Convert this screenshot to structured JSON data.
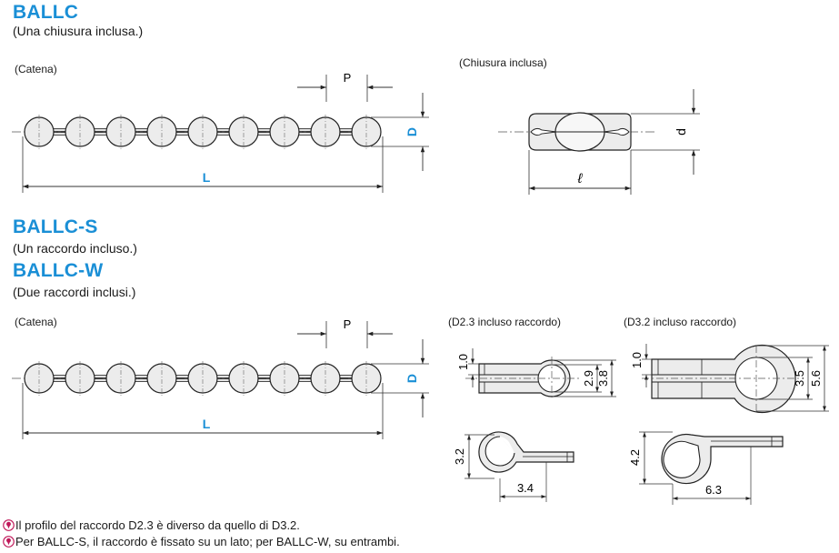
{
  "sections": {
    "ballc": {
      "title": "BALLC",
      "subtitle": "(Una chiusura inclusa.)",
      "chain_caption": "(Catena)",
      "closure_caption": "(Chiusura inclusa)"
    },
    "ballc_sw": {
      "title_s": "BALLC-S",
      "subtitle_s": "(Un raccordo incluso.)",
      "title_w": "BALLC-W",
      "subtitle_w": "(Due raccordi inclusi.)",
      "chain_caption": "(Catena)",
      "fitting_d23_caption": "(D2.3 incluso raccordo)",
      "fitting_d32_caption": "(D3.2 incluso raccordo)"
    }
  },
  "dimensions": {
    "pitch": "P",
    "ball_diameter": "D",
    "length": "L",
    "closure_d": "d",
    "closure_l": "ℓ",
    "d23": {
      "thickness": "1.0",
      "inner": "2.9",
      "outer": "3.8",
      "height": "3.2",
      "length": "3.4"
    },
    "d32": {
      "thickness": "1.0",
      "inner": "3.5",
      "outer": "5.6",
      "height": "4.2",
      "length": "6.3"
    }
  },
  "notes": [
    "Il profilo del raccordo D2.3 è diverso da quello di D3.2.",
    "Per BALLC-S, il raccordo è fissato su un lato; per BALLC-W, su entrambi."
  ],
  "colors": {
    "accent_blue": "#1a8fd6",
    "part_fill": "#ececec",
    "note_icon": "#c0185a"
  }
}
